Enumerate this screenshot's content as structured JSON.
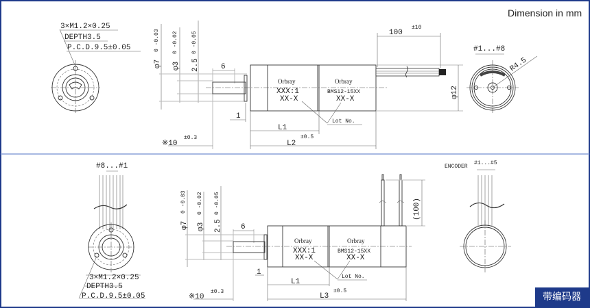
{
  "header": {
    "units_note": "Dimension in mm"
  },
  "top_view": {
    "hole_spec": "3×M1.2×0.25",
    "depth": "DEPTH3.5",
    "pcd": "P.C.D.9.5±0.05",
    "dia_outer": "φ7",
    "dia_outer_tol": "0 -0.03",
    "dia_shaft": "φ3",
    "dia_shaft_tol": "0 -0.02",
    "flat": "2.5",
    "flat_tol": "0 -0.05",
    "shaft_len": "6",
    "flange": "1",
    "l1": "L1",
    "l2": "L2",
    "l2_tol": "±0.5",
    "ref_len": "※10",
    "ref_tol": "±0.3",
    "gear_brand": "Orbray",
    "gear_ratio": "XXX:1",
    "gear_lot": "XX-X",
    "motor_brand": "Orbray",
    "motor_model": "BMS12-15XX",
    "motor_lot": "XX-X",
    "lot_label": "Lot No.",
    "lead_len": "100",
    "lead_tol": "±10",
    "body_dia": "φ12",
    "wire_order": "#1...#8",
    "radius": "R4.5"
  },
  "bottom_view": {
    "wire_order": "#8...#1",
    "hole_spec": "3×M1.2×0.25",
    "depth": "DEPTH3.5",
    "pcd": "P.C.D.9.5±0.05",
    "dia_outer": "φ7",
    "dia_outer_tol": "0 -0.03",
    "dia_shaft": "φ3",
    "dia_shaft_tol": "0 -0.02",
    "flat": "2.5",
    "flat_tol": "0 -0.05",
    "shaft_len": "6",
    "flange": "1",
    "l1": "L1",
    "l3": "L3",
    "l3_tol": "±0.5",
    "ref_len": "※10",
    "ref_tol": "±0.3",
    "gear_brand": "Orbray",
    "gear_ratio": "XXX:1",
    "gear_lot": "XX-X",
    "motor_brand": "Orbray",
    "motor_model": "BMS12-15XX",
    "motor_lot": "XX-X",
    "lot_label": "Lot No.",
    "lead_len": "(100)",
    "encoder_label": "ENCODER",
    "encoder_wires": "#1...#5"
  },
  "badge": {
    "label": "带编码器"
  },
  "colors": {
    "frame": "#1e3a8a",
    "divider": "#8aa0d8",
    "badge": "#1e3a8a"
  }
}
